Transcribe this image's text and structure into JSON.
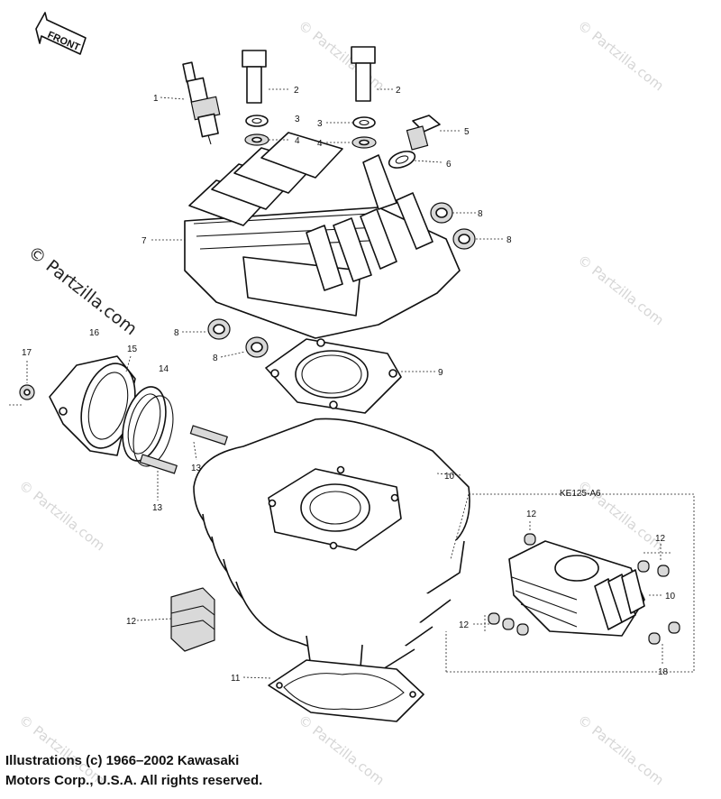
{
  "front_label": "FRONT",
  "inset_title": "KE125-A6",
  "watermark": "© Partzilla.com",
  "copyright": {
    "line1": "Illustrations (c) 1966–2002 Kawasaki",
    "line2": "Motors Corp., U.S.A.  All rights reserved."
  },
  "callouts": {
    "c1": "1",
    "c2a": "2",
    "c2b": "2",
    "c3a": "3",
    "c3b": "3",
    "c4a": "4",
    "c4b": "4",
    "c5": "5",
    "c6": "6",
    "c7": "7",
    "c8a": "8",
    "c8b": "8",
    "c8c": "8",
    "c8d": "8",
    "c9": "9",
    "c10": "10",
    "c11": "11",
    "c12": "12",
    "c13a": "13",
    "c13b": "13",
    "c14": "14",
    "c15": "15",
    "c16": "16",
    "c17": "17",
    "i10": "10",
    "i12a": "12",
    "i12b": "12",
    "i12c": "12",
    "i18": "18"
  }
}
